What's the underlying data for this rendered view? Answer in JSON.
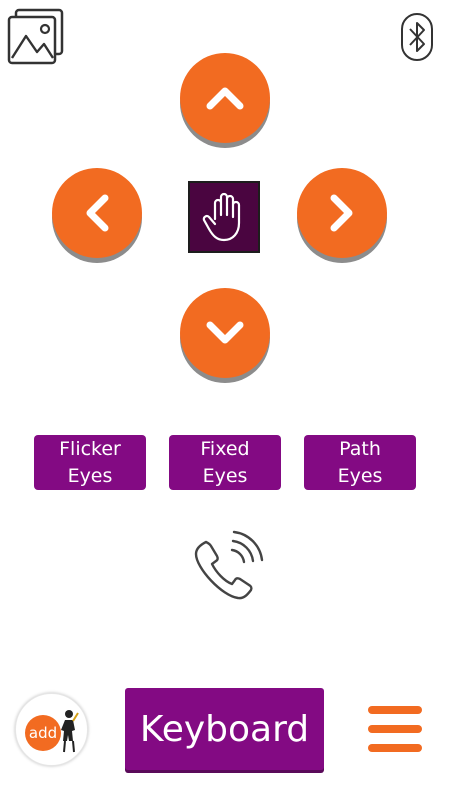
{
  "top_bar": {
    "gallery_icon": "image-gallery-icon",
    "bluetooth_icon": "bluetooth-icon"
  },
  "direction_pad": {
    "up_icon": "chevron-up-icon",
    "left_icon": "chevron-left-icon",
    "right_icon": "chevron-right-icon",
    "down_icon": "chevron-down-icon",
    "stop_icon": "hand-stop-icon"
  },
  "modes": [
    {
      "label": "Flicker\nEyes"
    },
    {
      "label": "Fixed\nEyes"
    },
    {
      "label": "Path\nEyes"
    }
  ],
  "call": {
    "icon": "phone-calling-icon"
  },
  "bottom_bar": {
    "add_label": "add",
    "keyboard_label": "Keyboard",
    "menu_icon": "hamburger-menu-icon"
  },
  "colors": {
    "accent_orange": "#f26b21",
    "purple": "#830a83",
    "dark_purple": "#4a0540"
  }
}
